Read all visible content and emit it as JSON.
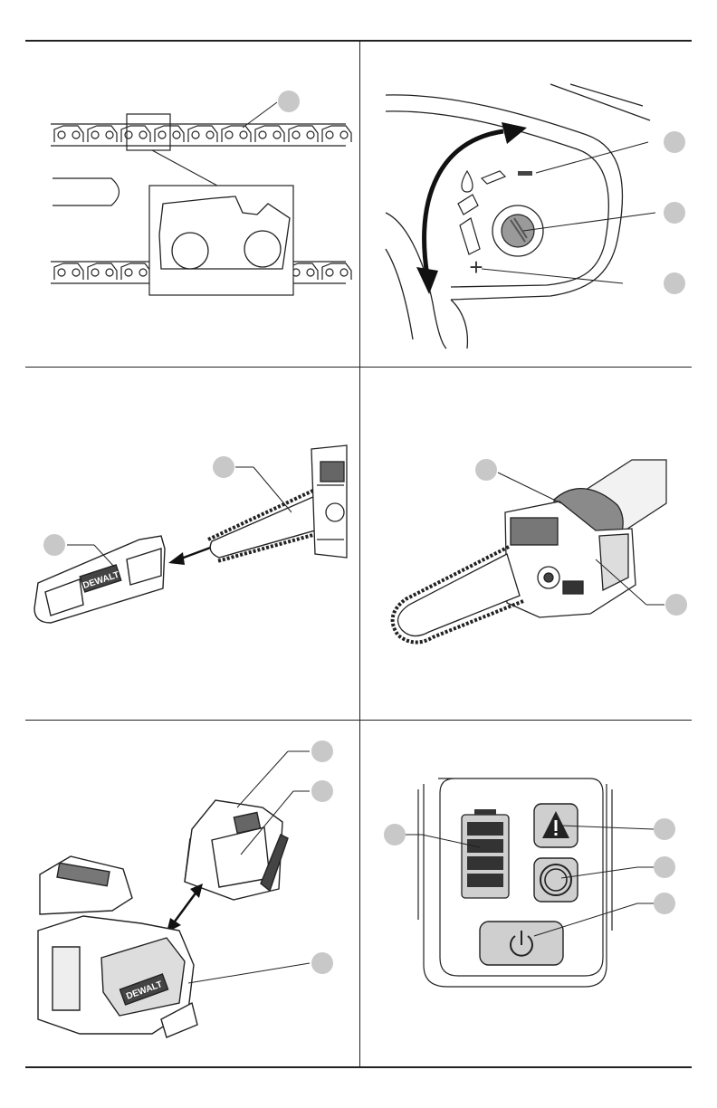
{
  "figures": [
    {
      "id": "chain-detail",
      "callouts": [
        {
          "number": ""
        }
      ]
    },
    {
      "id": "bar-adjust",
      "callouts": [
        {
          "number": ""
        },
        {
          "number": ""
        },
        {
          "number": ""
        }
      ],
      "symbols": {
        "minus": "−",
        "plus": "+"
      }
    },
    {
      "id": "bar-cover",
      "callouts": [
        {
          "number": ""
        },
        {
          "number": ""
        }
      ],
      "brand_label": "DEWALT"
    },
    {
      "id": "hand-grip",
      "callouts": [
        {
          "number": ""
        },
        {
          "number": ""
        }
      ]
    },
    {
      "id": "battery-install",
      "callouts": [
        {
          "number": ""
        },
        {
          "number": ""
        },
        {
          "number": ""
        }
      ],
      "brand_label": "DEWALT"
    },
    {
      "id": "control-panel",
      "callouts": [
        {
          "number": ""
        },
        {
          "number": ""
        },
        {
          "number": ""
        },
        {
          "number": ""
        }
      ]
    }
  ],
  "colors": {
    "line": "#222222",
    "callout_fill": "#c8c8c8",
    "gray_fill": "#cfcfcf",
    "dark_fill": "#333333"
  }
}
